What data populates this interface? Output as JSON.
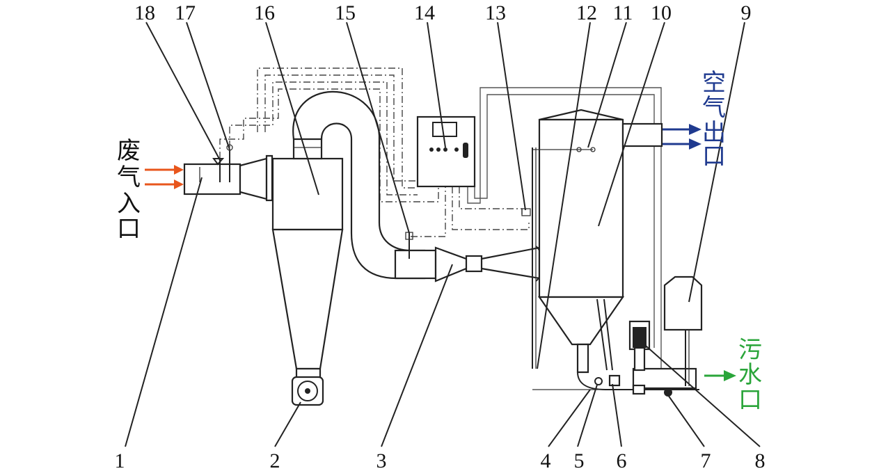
{
  "labels": {
    "waste_gas_inlet": [
      "废",
      "气",
      "入",
      "口"
    ],
    "air_outlet": [
      "空",
      "气",
      "出",
      "口"
    ],
    "sewage_outlet": [
      "污",
      "水",
      "口"
    ]
  },
  "callouts": [
    "1",
    "2",
    "3",
    "4",
    "5",
    "6",
    "7",
    "8",
    "9",
    "10",
    "11",
    "12",
    "13",
    "14",
    "15",
    "16",
    "17",
    "18"
  ],
  "colors": {
    "inlet": "#e8561c",
    "outlet": "#1f3a8f",
    "sewage": "#2aa53a"
  }
}
